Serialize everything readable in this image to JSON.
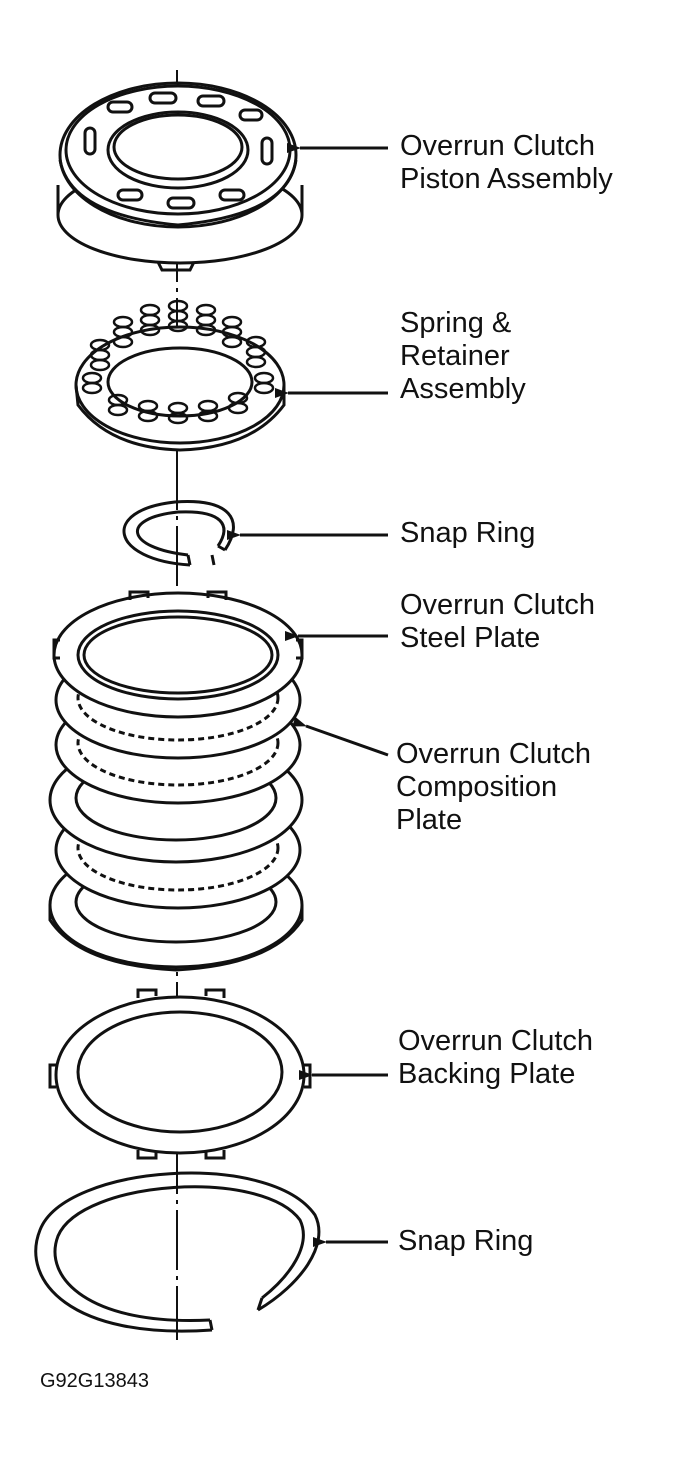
{
  "figure_code": "G92G13843",
  "colors": {
    "ink": "#111111",
    "paper": "#ffffff"
  },
  "callouts": [
    {
      "id": "piston",
      "lines": [
        "Overrun Clutch",
        "Piston Assembly"
      ]
    },
    {
      "id": "spring",
      "lines": [
        "Spring &",
        "Retainer",
        "Assembly"
      ]
    },
    {
      "id": "snap1",
      "lines": [
        "Snap Ring"
      ]
    },
    {
      "id": "steel",
      "lines": [
        "Overrun Clutch",
        "Steel Plate"
      ]
    },
    {
      "id": "comp",
      "lines": [
        "Overrun Clutch",
        "Composition",
        "Plate"
      ]
    },
    {
      "id": "backing",
      "lines": [
        "Overrun Clutch",
        "Backing Plate"
      ]
    },
    {
      "id": "snap2",
      "lines": [
        "Snap Ring"
      ]
    }
  ]
}
